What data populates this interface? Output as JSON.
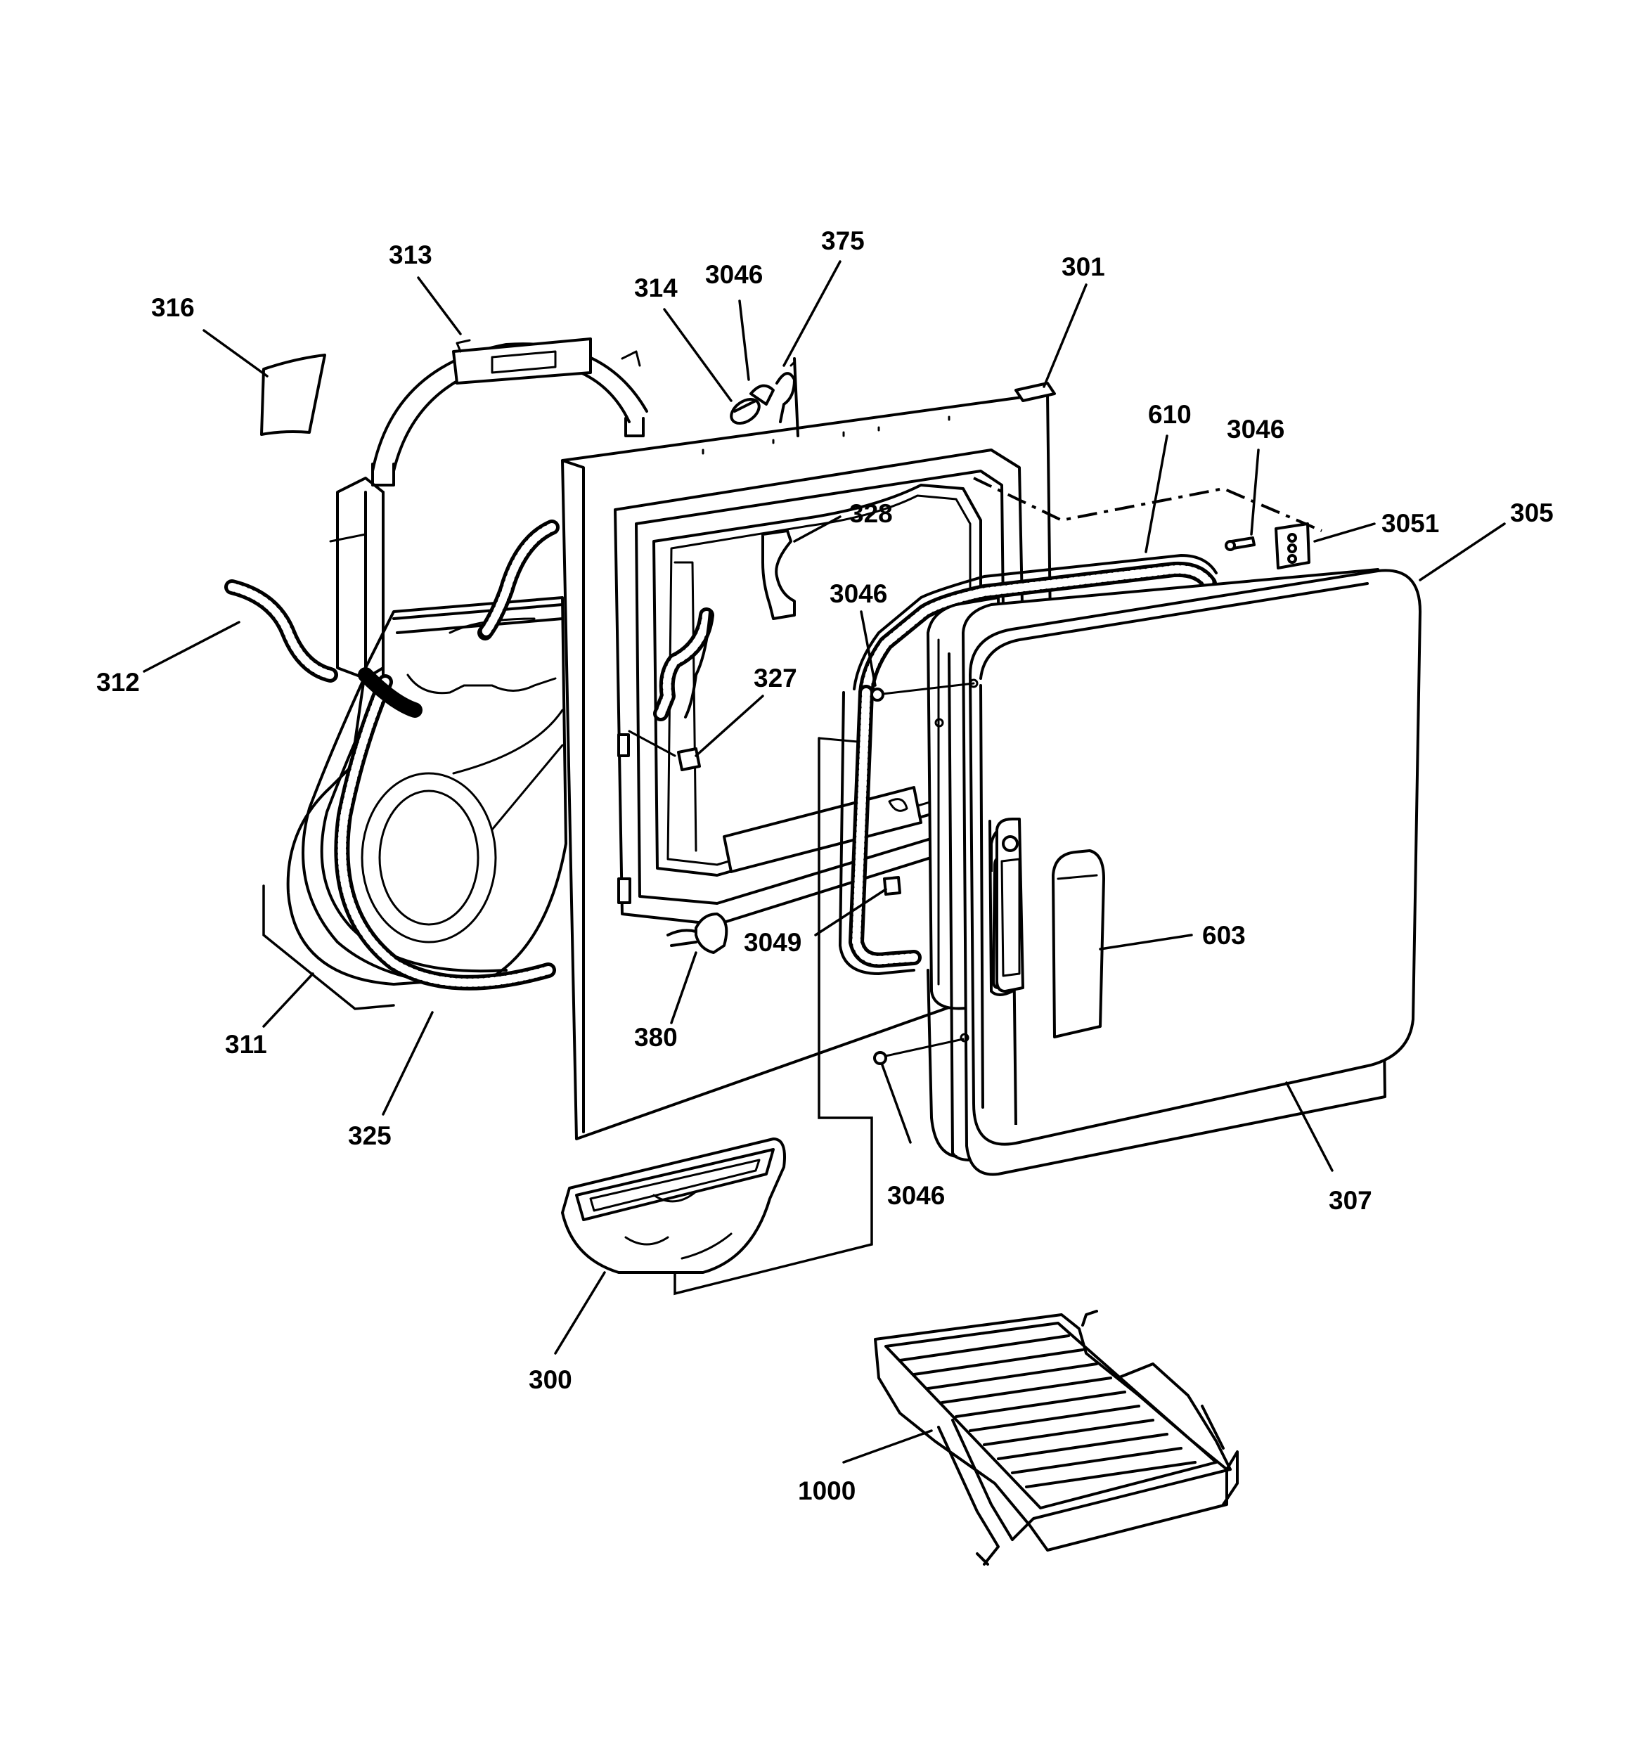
{
  "callouts": [
    {
      "id": "c316",
      "text": "316"
    },
    {
      "id": "c313",
      "text": "313"
    },
    {
      "id": "c314",
      "text": "314"
    },
    {
      "id": "c3046a",
      "text": "3046"
    },
    {
      "id": "c375",
      "text": "375"
    },
    {
      "id": "c301",
      "text": "301"
    },
    {
      "id": "c610",
      "text": "610"
    },
    {
      "id": "c3046b",
      "text": "3046"
    },
    {
      "id": "c3051",
      "text": "3051"
    },
    {
      "id": "c305",
      "text": "305"
    },
    {
      "id": "c328",
      "text": "328"
    },
    {
      "id": "c3046c",
      "text": "3046"
    },
    {
      "id": "c327",
      "text": "327"
    },
    {
      "id": "c312",
      "text": "312"
    },
    {
      "id": "c603",
      "text": "603"
    },
    {
      "id": "c3049",
      "text": "3049"
    },
    {
      "id": "c311",
      "text": "311"
    },
    {
      "id": "c380",
      "text": "380"
    },
    {
      "id": "c325",
      "text": "325"
    },
    {
      "id": "c3046d",
      "text": "3046"
    },
    {
      "id": "c307",
      "text": "307"
    },
    {
      "id": "c300",
      "text": "300"
    },
    {
      "id": "c1000",
      "text": "1000"
    }
  ]
}
